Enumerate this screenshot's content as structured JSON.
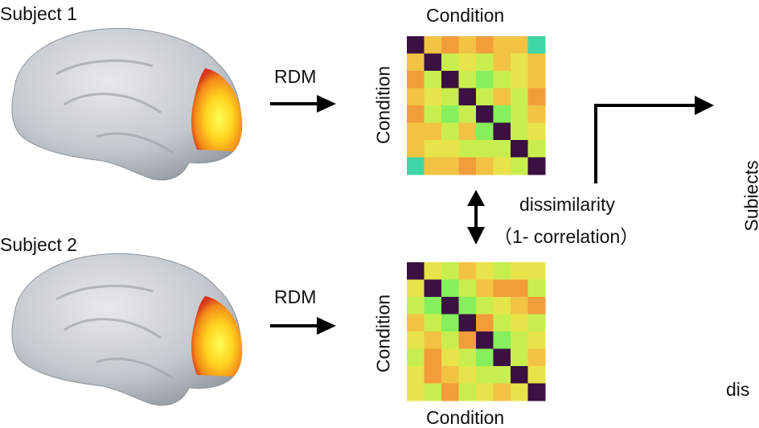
{
  "labels": {
    "subject1": "Subject 1",
    "subject2": "Subject 2",
    "rdm1": "RDM",
    "rdm2": "RDM",
    "condition_top": "Condition",
    "condition_bottom": "Condition",
    "condition_left_1": "Condition",
    "condition_left_2": "Condition",
    "dissimilarity": "dissimilarity",
    "correlation": "（1- correlation）",
    "subjects_partial": "Subiects",
    "diss_partial": "dis"
  },
  "colors": {
    "diag": "#3a1140",
    "teal": "#3fd6a6",
    "green": "#86ef5e",
    "lime": "#c8ee4e",
    "yellow": "#e7e34a",
    "gold": "#f2c342",
    "orange": "#f39c3a",
    "brain": "#c6cbd1",
    "arrow": "#000000"
  },
  "matrix1": [
    [
      "diag",
      "gold",
      "orange",
      "gold",
      "orange",
      "gold",
      "gold",
      "teal"
    ],
    [
      "gold",
      "diag",
      "lime",
      "yellow",
      "lime",
      "gold",
      "yellow",
      "gold"
    ],
    [
      "orange",
      "lime",
      "diag",
      "lime",
      "green",
      "lime",
      "yellow",
      "gold"
    ],
    [
      "gold",
      "yellow",
      "lime",
      "diag",
      "lime",
      "gold",
      "lime",
      "orange"
    ],
    [
      "orange",
      "lime",
      "green",
      "lime",
      "diag",
      "green",
      "lime",
      "gold"
    ],
    [
      "gold",
      "gold",
      "lime",
      "gold",
      "green",
      "diag",
      "lime",
      "yellow"
    ],
    [
      "gold",
      "yellow",
      "yellow",
      "lime",
      "lime",
      "lime",
      "diag",
      "lime"
    ],
    [
      "teal",
      "gold",
      "gold",
      "orange",
      "gold",
      "yellow",
      "lime",
      "diag"
    ]
  ],
  "matrix2": [
    [
      "diag",
      "yellow",
      "lime",
      "gold",
      "yellow",
      "lime",
      "yellow",
      "yellow"
    ],
    [
      "yellow",
      "diag",
      "green",
      "lime",
      "gold",
      "orange",
      "orange",
      "lime"
    ],
    [
      "lime",
      "green",
      "diag",
      "green",
      "lime",
      "yellow",
      "gold",
      "orange"
    ],
    [
      "gold",
      "lime",
      "green",
      "diag",
      "orange",
      "lime",
      "yellow",
      "lime"
    ],
    [
      "yellow",
      "gold",
      "lime",
      "orange",
      "diag",
      "green",
      "lime",
      "yellow"
    ],
    [
      "lime",
      "orange",
      "yellow",
      "lime",
      "green",
      "diag",
      "lime",
      "gold"
    ],
    [
      "yellow",
      "orange",
      "gold",
      "yellow",
      "lime",
      "lime",
      "diag",
      "yellow"
    ],
    [
      "yellow",
      "lime",
      "orange",
      "lime",
      "yellow",
      "gold",
      "yellow",
      "diag"
    ]
  ]
}
